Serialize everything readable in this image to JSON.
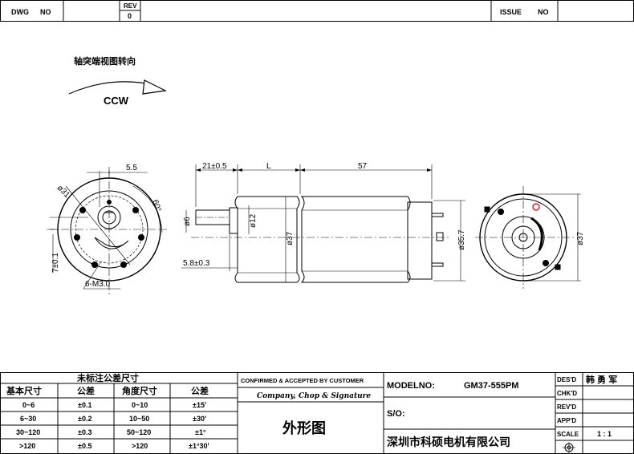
{
  "header": {
    "dwg_label": "DWG",
    "no_label": "NO",
    "rev_label": "REV",
    "rev_value": "0",
    "issue_label": "ISSUE",
    "issue_no_label": "NO"
  },
  "rotation": {
    "title": "轴突端视图转向",
    "direction": "CCW"
  },
  "dimensions": {
    "front_angle_offset": "5.5",
    "front_diameter": "ø31",
    "front_angle": "60°",
    "front_offset": "7±0.1",
    "front_holes": "6-M3.0",
    "side_shaft_length": "21±0.5",
    "side_length": "L",
    "side_body_length": "57",
    "side_shaft_dia": "ø6",
    "side_boss_dia": "ø12",
    "side_gear_dia": "ø37",
    "side_flat": "5.8±0.3",
    "side_motor_dia": "ø35.7",
    "rear_dia": "ø37"
  },
  "tolerance_table": {
    "title": "未标注公差尺寸",
    "headers": [
      "基本尺寸",
      "公差",
      "角度尺寸",
      "公差"
    ],
    "rows": [
      [
        "0~6",
        "±0.1",
        "0~10",
        "±15'"
      ],
      [
        "6~30",
        "±0.2",
        "10~50",
        "±30'"
      ],
      [
        "30~120",
        "±0.3",
        "50~120",
        "±1°"
      ],
      [
        ">120",
        "±0.5",
        ">120",
        "±1°30'"
      ]
    ]
  },
  "confirm": {
    "title": "CONFIRMED & ACCEPTED BY CUSTOMER",
    "subtitle": "Company, Chop & Signature",
    "drawing_name": "外形图"
  },
  "model": {
    "model_label": "MODELNO:",
    "model_value": "GM37-555PM",
    "so_label": "S/O:",
    "company": "深圳市科硕电机有限公司"
  },
  "signoff": {
    "des_label": "DES'D",
    "des_value": "韩 勇 军",
    "chk_label": "CHK'D",
    "rev_label": "REV'D",
    "app_label": "APP'D",
    "scale_label": "SCALE",
    "scale_value": "1 : 1"
  }
}
